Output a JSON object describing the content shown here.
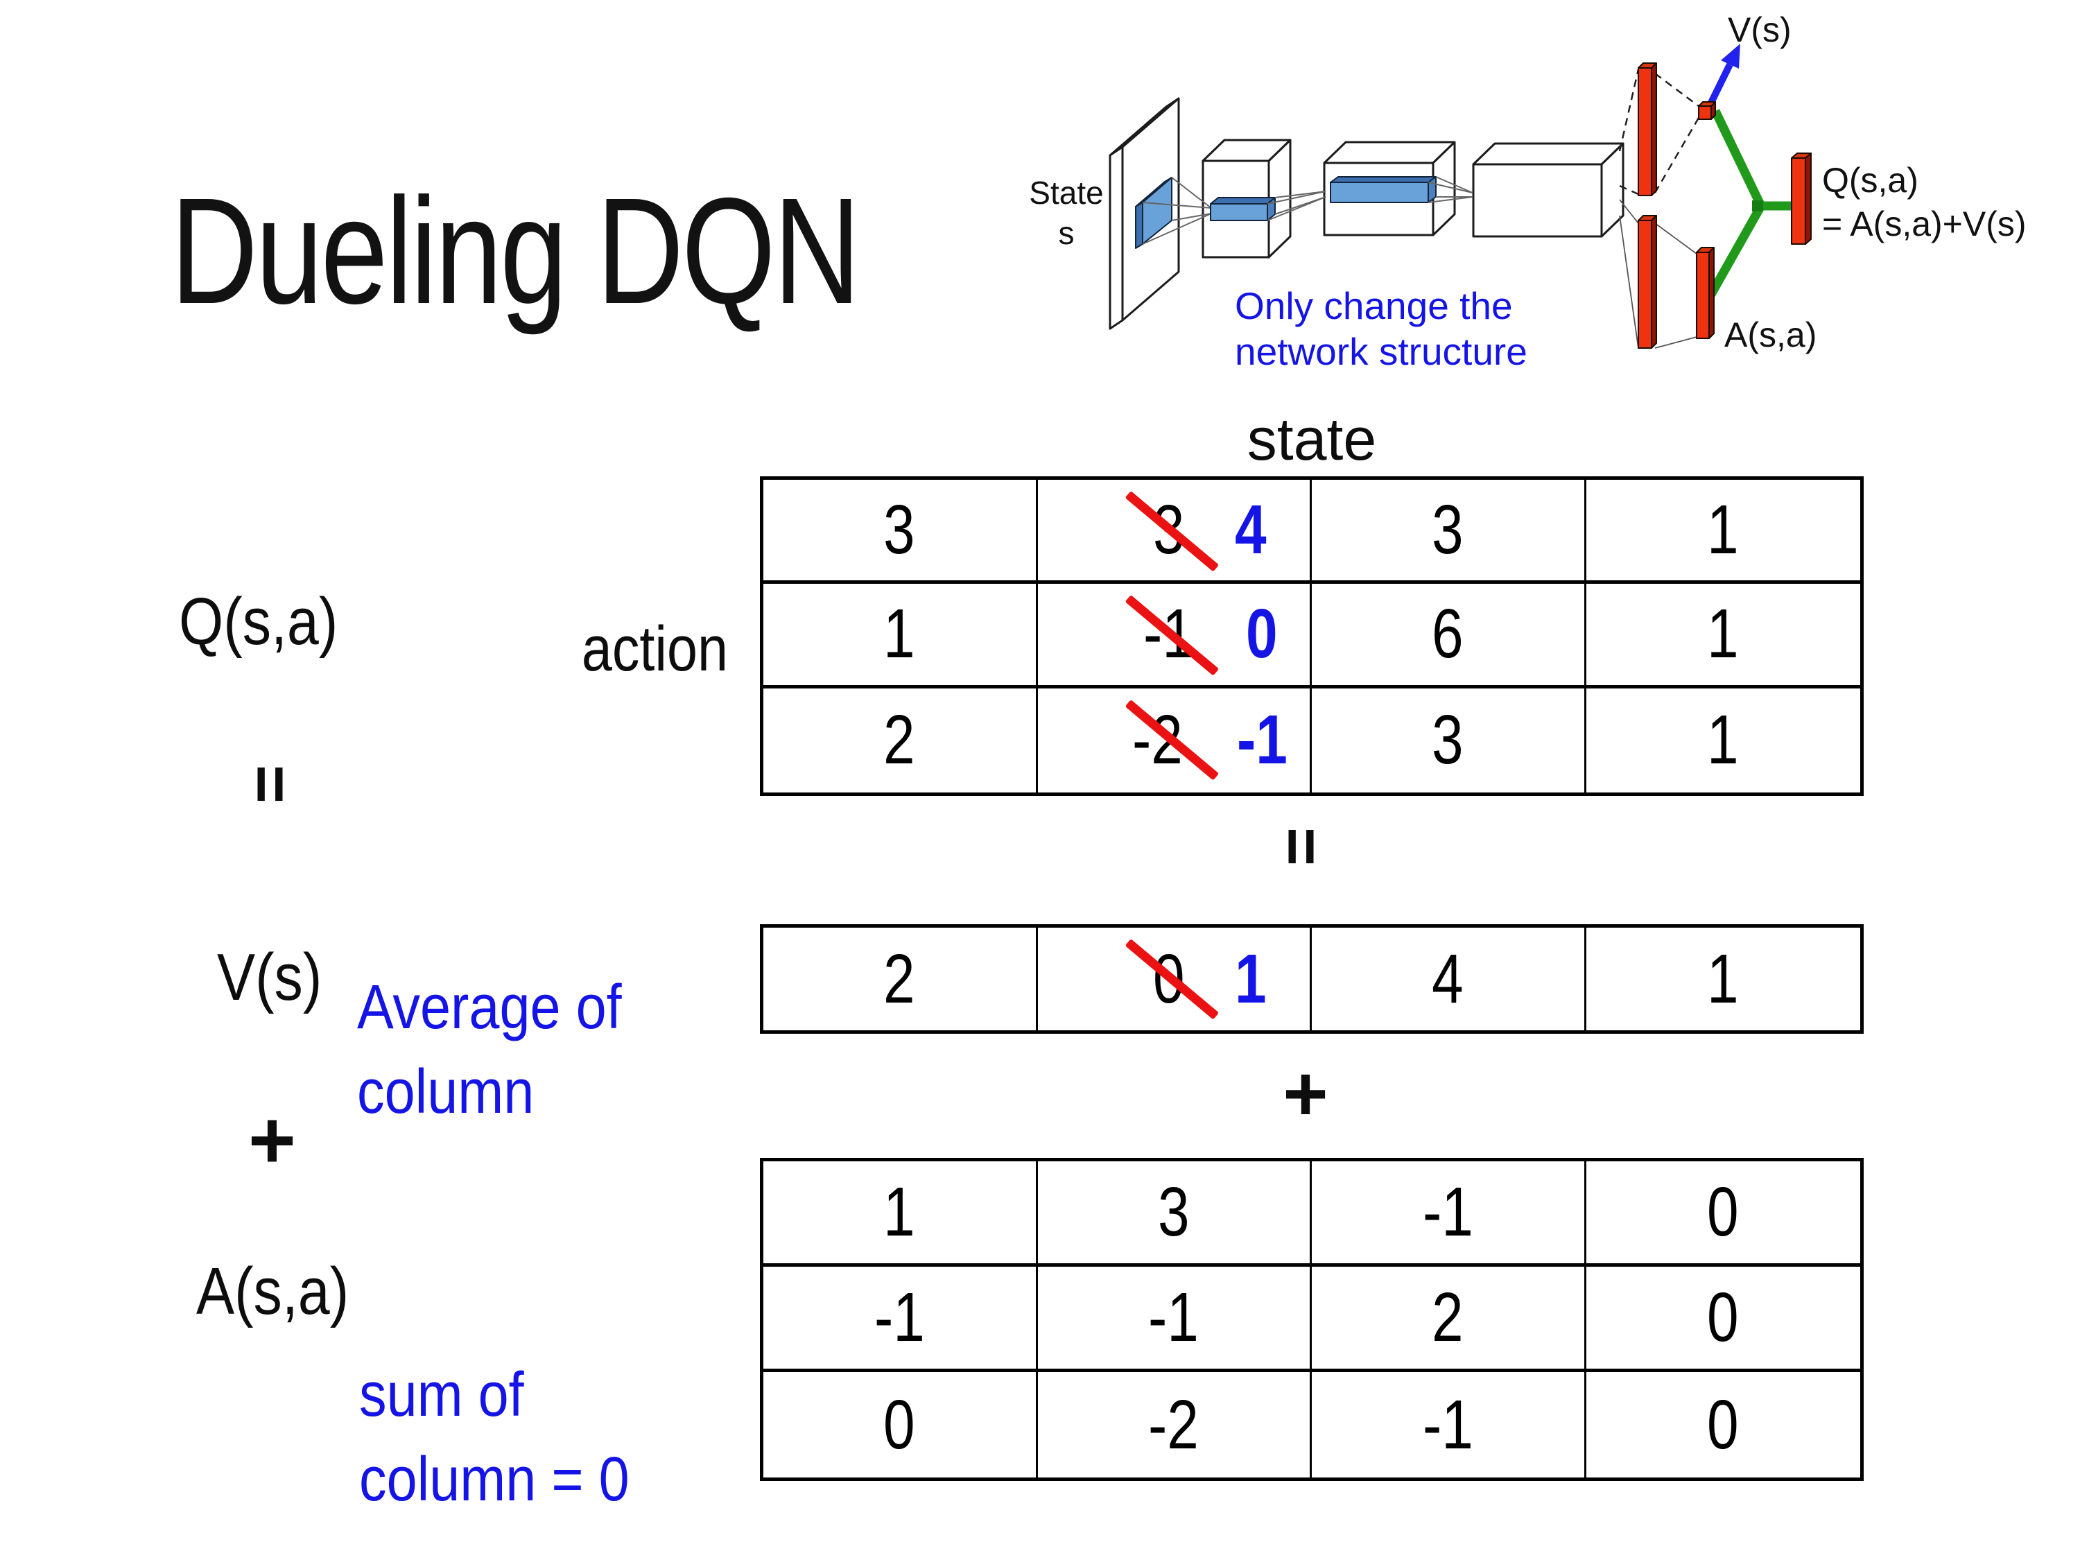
{
  "title": "Dueling DQN",
  "diagram": {
    "state_line1": "State",
    "state_line2": "s",
    "v_out": "V(s)",
    "q_out": "Q(s,a)",
    "q_out_eq": "= A(s,a)+V(s)",
    "a_out": "A(s,a)",
    "note_lines": [
      "Only change the",
      "network structure"
    ],
    "colors": {
      "bar_red": "#ee3311",
      "bar_red_side": "#8e1602",
      "green": "#219a1c",
      "arrow_blue": "#2222ee",
      "feature_blue": "#69a1d9",
      "note_blue": "#1414e6"
    }
  },
  "labels": {
    "state": "state",
    "action": "action",
    "q": "Q(s,a)",
    "v": "V(s)",
    "a": "A(s,a)",
    "equals": "=",
    "plus": "+",
    "avg_line1": "Average of",
    "avg_line2": "column",
    "sum_line1": "sum of",
    "sum_line2": "column = 0"
  },
  "q_table": {
    "rows": [
      {
        "c1": "3",
        "old": "3",
        "new": "4",
        "c3": "3",
        "c4": "1"
      },
      {
        "c1": "1",
        "old": "-1",
        "new": "0",
        "c3": "6",
        "c4": "1"
      },
      {
        "c1": "2",
        "old": "-2",
        "new": "-1",
        "c3": "3",
        "c4": "1"
      }
    ]
  },
  "v_table": {
    "row": {
      "c1": "2",
      "old": "0",
      "new": "1",
      "c3": "4",
      "c4": "1"
    }
  },
  "a_table": {
    "rows": [
      [
        "1",
        "3",
        "-1",
        "0"
      ],
      [
        "-1",
        "-1",
        "2",
        "0"
      ],
      [
        "0",
        "-2",
        "-1",
        "0"
      ]
    ]
  },
  "colors": {
    "accent_blue": "#1414e6",
    "strike_red": "#ea1212",
    "text_black": "#0d0d0d"
  }
}
